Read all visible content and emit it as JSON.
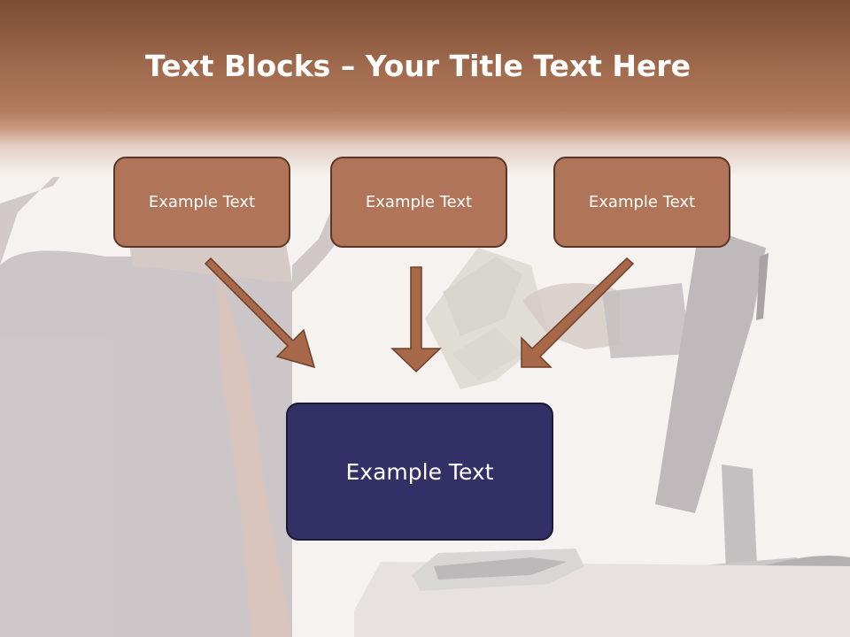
{
  "slide": {
    "title_bold": "Text Blocks",
    "title_rest": " – Your Title Text Here"
  },
  "boxes": {
    "top": [
      "Example Text",
      "Example Text",
      "Example Text"
    ],
    "bottom": "Example Text"
  },
  "colors": {
    "header": "#8f5c40",
    "box_fill": "#b07558",
    "box_border": "#5b3526",
    "arrow": "#a8694b",
    "main_box_fill": "#323066"
  },
  "background_image": "faded-photo-man-celebrating-with-money-from-computer-monitor"
}
